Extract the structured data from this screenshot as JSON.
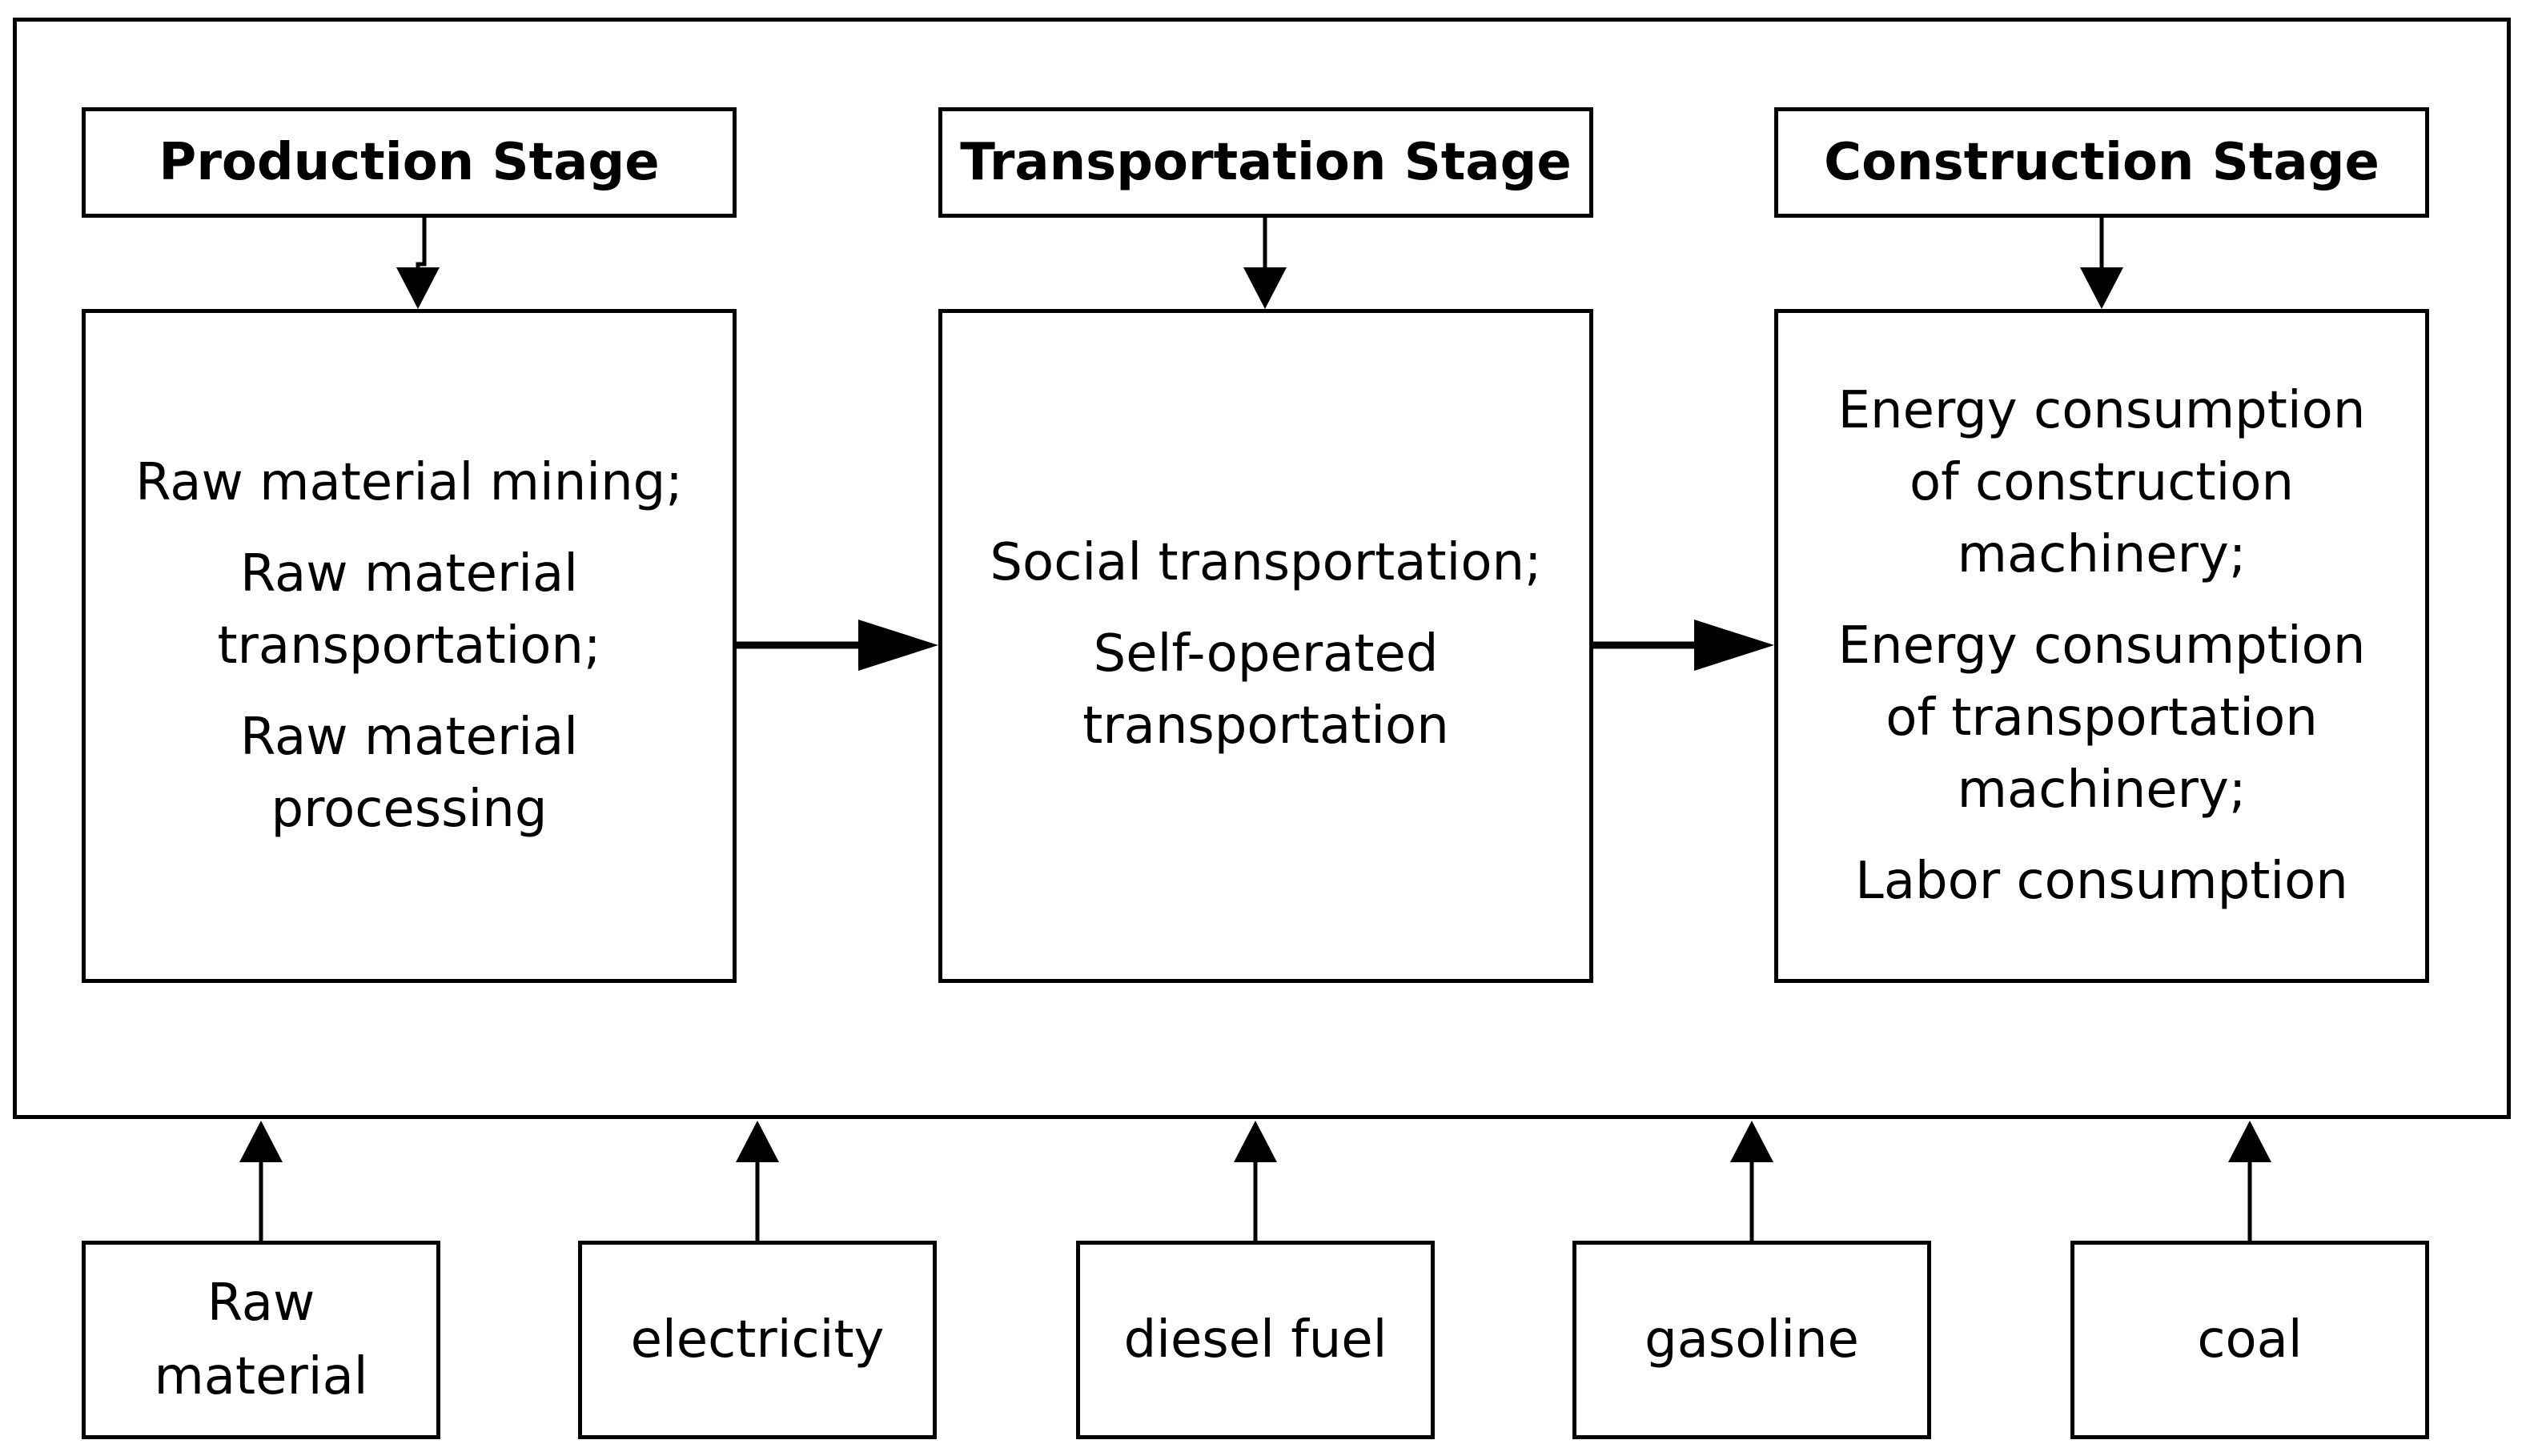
{
  "stages": [
    {
      "title": "Production Stage",
      "items": [
        "Raw material mining;",
        "Raw material transportation;",
        "Raw material processing"
      ]
    },
    {
      "title": "Transportation Stage",
      "items": [
        "Social transportation;",
        "Self-operated transportation"
      ]
    },
    {
      "title": "Construction Stage",
      "items": [
        "Energy consumption of construction machinery;",
        "Energy consumption of transportation machinery;",
        "Labor consumption"
      ]
    }
  ],
  "inputs": [
    "Raw material",
    "electricity",
    "diesel fuel",
    "gasoline",
    "coal"
  ]
}
